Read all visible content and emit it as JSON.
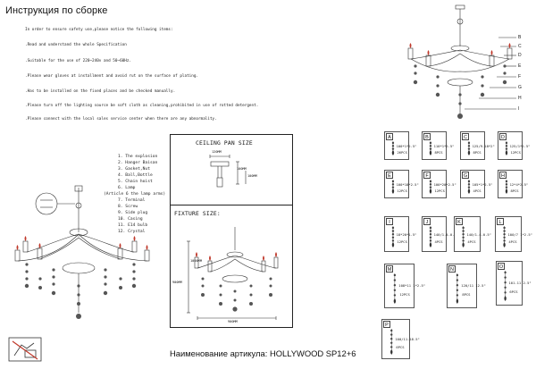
{
  "header": {
    "title": "Инструкция по сборке"
  },
  "notes": [
    "In order to ensure safety use,please notice the following items:",
    ".Read and understand the whole Specification",
    ".Suitable for the use of 220~240v and 50~60Hz.",
    ".Please wear gloves at installment and avoid rut on the surface of plating.",
    ".Has to be installed on the fixed places and be checked manually.",
    ".Please turn off the lighting source be soft cloth as cleaning,prohibited in use of rotted detergent.",
    ".Please connect with the local sales service center when there are any abnormality."
  ],
  "parts_list": [
    "1. The explosion",
    "2. Hanger Baisan",
    "3. Gasket,Nut",
    "4. Ball,Bottle",
    "5. Chain hoist",
    "6. Lamp",
    "(Article 6 the lamp arms)",
    "7. Terminal",
    "8. Screw",
    "9. Side plug",
    "10. Casing",
    "11. E14 bulb",
    "12. Crystal"
  ],
  "ceiling": {
    "title": "CEILING PAN SIZE",
    "dim_width": "120MM",
    "dim_depth": "100MM",
    "dim_height": "100MM"
  },
  "fixture": {
    "title": "FIXTURE SIZE:",
    "dim_height": "1000MM",
    "dim_width": "900MM",
    "dim_side": "900MM"
  },
  "callouts": [
    "B",
    "C",
    "D",
    "E",
    "F",
    "G",
    "H",
    "I"
  ],
  "parts_grid": [
    {
      "letter": "A",
      "spec": "100*1*2.5\"",
      "qty": "26PCS"
    },
    {
      "letter": "B",
      "spec": "110*1*2.5\"",
      "qty": "8PCS"
    },
    {
      "letter": "C",
      "spec": "125/9-18*2\"",
      "qty": "8PCS"
    },
    {
      "letter": "D",
      "spec": "125/1*2.5\"",
      "qty": "12PCS"
    },
    {
      "letter": "E",
      "spec": "100*18*2.5\"",
      "qty": "12PCS"
    },
    {
      "letter": "F",
      "spec": "100*20*2.5\"",
      "qty": "12PCS"
    },
    {
      "letter": "G",
      "spec": "105*1*2.5\"",
      "qty": "4PCS"
    },
    {
      "letter": "H",
      "spec": "12*4*2.5\"",
      "qty": "8PCS"
    },
    {
      "letter": "I",
      "spec": "18*20*1.5\"",
      "qty": "12PCS"
    },
    {
      "letter": "J",
      "spec": "140/1.4-0.5\"",
      "qty": "4PCS"
    },
    {
      "letter": "K",
      "spec": "140/1.4-0.5\"",
      "qty": "4PCS"
    },
    {
      "letter": "L",
      "spec": "100/7 1*2.5\"",
      "qty": "4PCS"
    },
    {
      "letter": "M",
      "spec": "108*11 1*2.5\"",
      "qty": "12PCS"
    },
    {
      "letter": "N",
      "spec": "120/11 12.5\"",
      "qty": "8PCS"
    },
    {
      "letter": "O",
      "spec": "101.11 2.5\"",
      "qty": "6PCS"
    },
    {
      "letter": "P",
      "spec": "100/11-18.5\"",
      "qty": "6PCS"
    }
  ],
  "footer": {
    "label": "Наименование артикула:",
    "code": "HOLLYWOOD SP12+6"
  }
}
